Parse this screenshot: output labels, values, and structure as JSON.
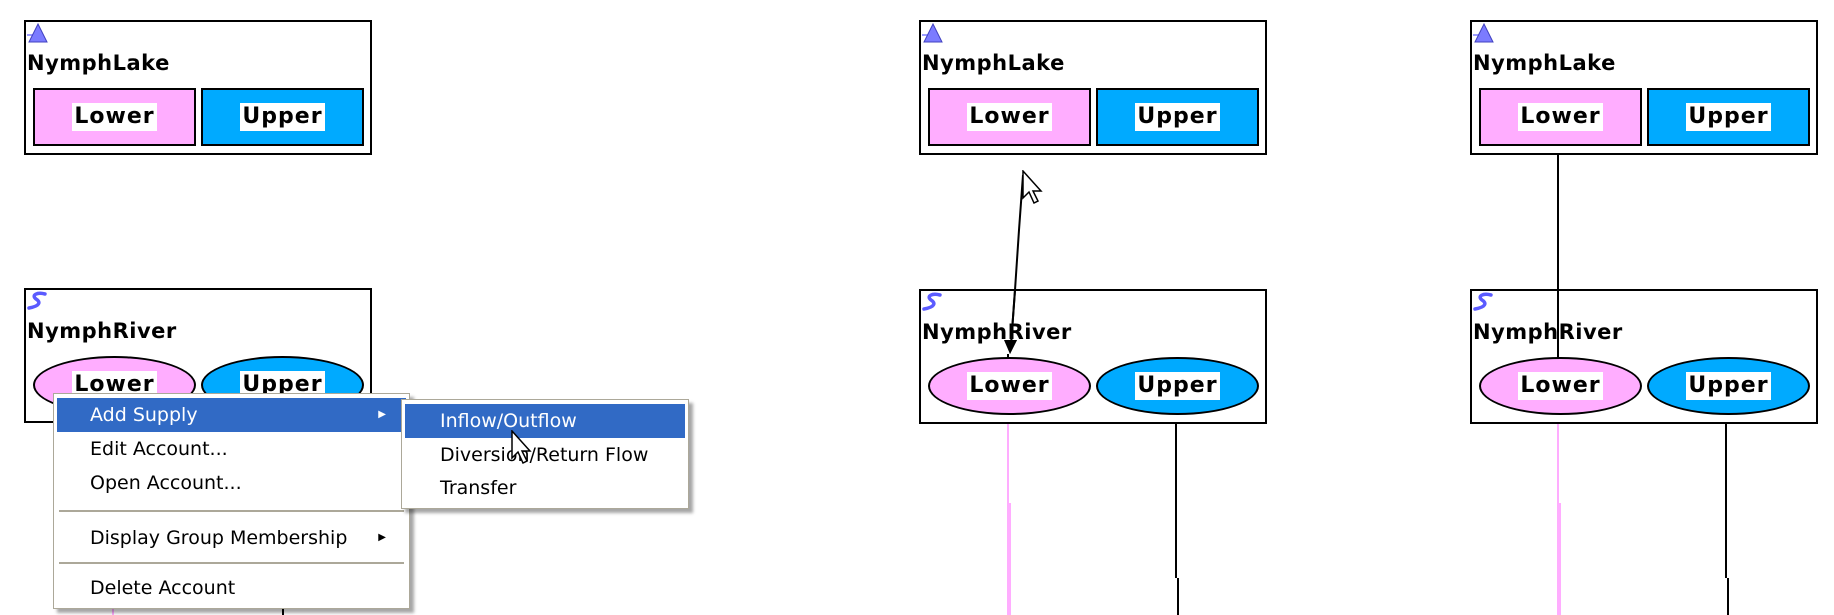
{
  "colors": {
    "lower_account": "#ffadff",
    "upper_account": "#00aaff",
    "menu_highlight": "#316ac5",
    "menu_border": "#aca899",
    "icon_blue": "#7b7bff"
  },
  "panels": [
    {
      "reservoir": {
        "name": "NymphLake",
        "icon": "reservoir-triangle-icon",
        "accounts": [
          "Lower",
          "Upper"
        ]
      },
      "river": {
        "name": "NymphRiver",
        "icon": "river-s-icon",
        "accounts": [
          "Lower",
          "Upper"
        ]
      }
    },
    {
      "reservoir": {
        "name": "NymphLake",
        "icon": "reservoir-triangle-icon",
        "accounts": [
          "Lower",
          "Upper"
        ]
      },
      "river": {
        "name": "NymphRiver",
        "icon": "river-s-icon",
        "accounts": [
          "Lower",
          "Upper"
        ]
      }
    },
    {
      "reservoir": {
        "name": "NymphLake",
        "icon": "reservoir-triangle-icon",
        "accounts": [
          "Lower",
          "Upper"
        ]
      },
      "river": {
        "name": "NymphRiver",
        "icon": "river-s-icon",
        "accounts": [
          "Lower",
          "Upper"
        ]
      }
    }
  ],
  "context_menu": {
    "items": [
      {
        "label": "Add Supply",
        "submenu": true,
        "highlighted": true
      },
      {
        "label": "Edit Account...",
        "submenu": false
      },
      {
        "label": "Open Account...",
        "submenu": false
      },
      {
        "label": "Display Group Membership",
        "submenu": true
      },
      {
        "label": "Delete Account",
        "submenu": false
      }
    ],
    "submenu_arrow": "▶",
    "submenu": {
      "items": [
        {
          "label": "Inflow/Outflow",
          "highlighted": true
        },
        {
          "label": "Diversion/Return Flow"
        },
        {
          "label": "Transfer"
        }
      ]
    }
  }
}
